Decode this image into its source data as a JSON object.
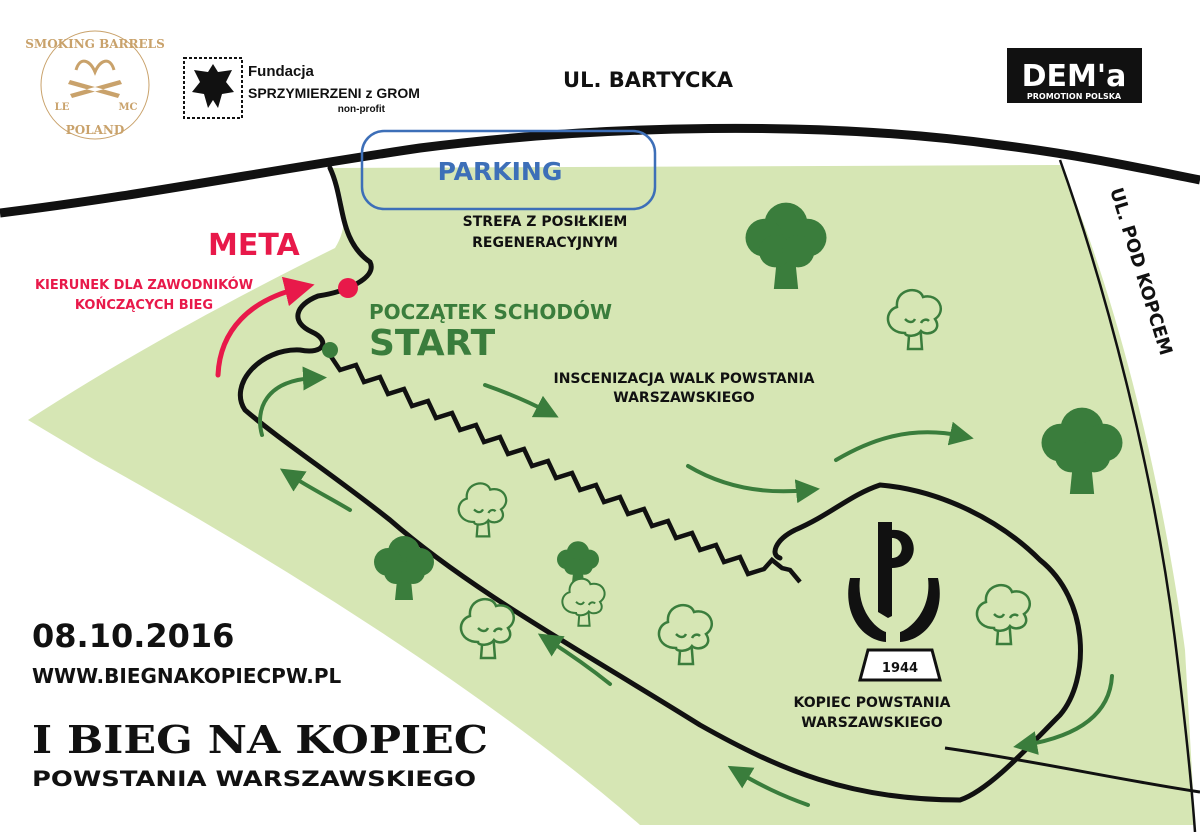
{
  "colors": {
    "park_fill": "#d6e6b4",
    "road": "#111111",
    "green": "#3a7d3c",
    "red": "#e8194a",
    "blue": "#3d6fb8"
  },
  "logos": {
    "smoking_barrels": {
      "top": "SMOKING BARRELS",
      "left": "LE",
      "right": "MC",
      "bottom": "POLAND"
    },
    "fundacja": {
      "line1": "Fundacja",
      "line2": "SPRZYMIERZENI z GROM",
      "line3": "non-profit"
    },
    "dema": {
      "name": "DEM'a",
      "sub": "PROMOTION POLSKA"
    }
  },
  "streets": {
    "bartycka": "UL. BARTYCKA",
    "pod_kopcem": "UL. POD KOPCEM"
  },
  "labels": {
    "parking": "PARKING",
    "strefa_line1": "STREFA Z POSIŁKIEM",
    "strefa_line2": "REGENERACYJNYM",
    "meta": "META",
    "kierunek_line1": "KIERUNEK DLA ZAWODNIKÓW",
    "kierunek_line2": "KOŃCZĄCYCH BIEG",
    "poczatek": "POCZĄTEK SCHODÓW",
    "start": "START",
    "inscenizacja_line1": "INSCENIZACJA WALK POWSTANIA",
    "inscenizacja_line2": "WARSZAWSKIEGO",
    "monument_year": "1944",
    "kopiec_line1": "KOPIEC POWSTANIA",
    "kopiec_line2": "WARSZAWSKIEGO"
  },
  "event": {
    "date": "08.10.2016",
    "url": "WWW.BIEGNAKOPIECPW.PL",
    "title": "I BIEG NA KOPIEC",
    "subtitle": "POWSTANIA WARSZAWSKIEGO"
  }
}
